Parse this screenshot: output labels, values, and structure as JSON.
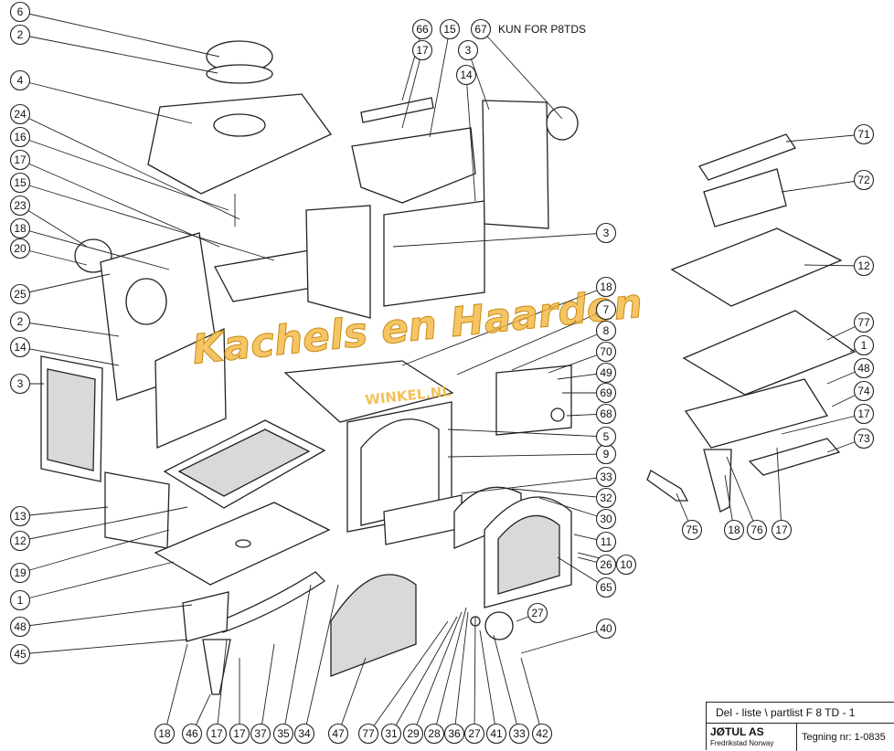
{
  "header_note": "KUN FOR P8TDS",
  "watermark": {
    "main": "Kachels en Haarden",
    "sub": "WINKEL.NL"
  },
  "title_block": {
    "title": "Del - liste \\ partlist  F 8 TD - 1",
    "company": "JØTUL AS",
    "location": "Fredrikstad Norway",
    "drawing_label": "Tegning nr: 1-0835"
  },
  "callouts": [
    "6",
    "2",
    "4",
    "24",
    "16",
    "17",
    "15",
    "23",
    "18",
    "20",
    "25",
    "2",
    "14",
    "3",
    "13",
    "12",
    "19",
    "1",
    "48",
    "45",
    "18",
    "46",
    "17",
    "17",
    "37",
    "35",
    "34",
    "47",
    "77",
    "31",
    "29",
    "28",
    "36",
    "27",
    "41",
    "33",
    "42",
    "40",
    "27",
    "65",
    "26",
    "10",
    "11",
    "30",
    "32",
    "33",
    "9",
    "5",
    "68",
    "69",
    "49",
    "70",
    "8",
    "7",
    "18",
    "3",
    "14",
    "66",
    "17",
    "15",
    "3",
    "67",
    "71",
    "72",
    "12",
    "77",
    "1",
    "48",
    "74",
    "17",
    "73",
    "17",
    "76",
    "18",
    "75"
  ]
}
